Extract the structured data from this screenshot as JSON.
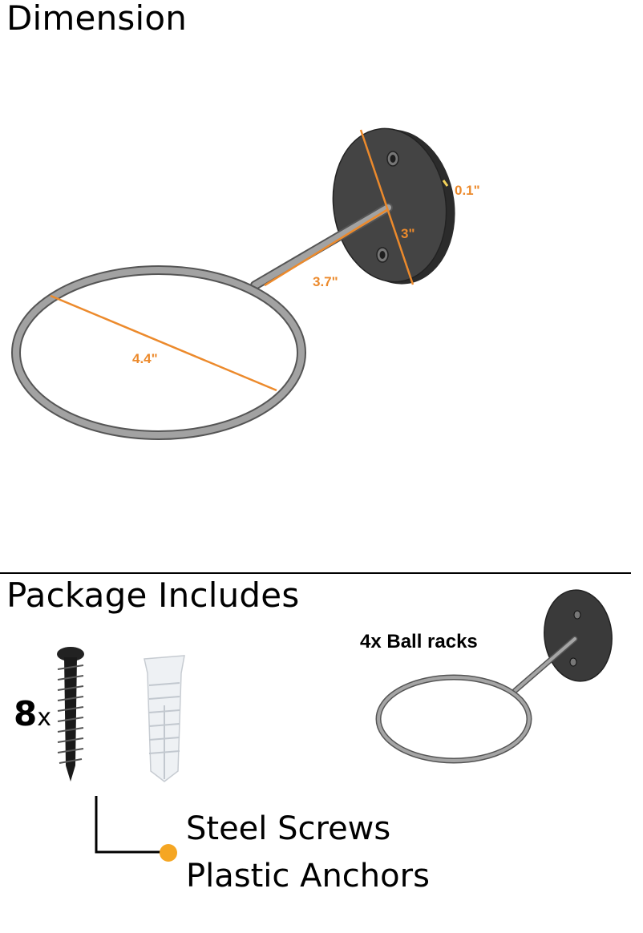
{
  "sections": {
    "dimension_title": "Dimension",
    "package_title": "Package Includes"
  },
  "dimensions": {
    "ring_diameter": "4.4\"",
    "arm_length": "3.7\"",
    "plate_diameter": "3\"",
    "plate_thickness": "0.1\""
  },
  "package": {
    "hardware_count": "8",
    "hardware_multiplier": "x",
    "rack_quantity": "4x Ball racks",
    "items": [
      "Steel Screws",
      "Plastic Anchors"
    ]
  },
  "colors": {
    "dimension_accent": "#ec8a2c",
    "metal": "#8c8c8c",
    "plate": "#3f3f3f",
    "anchor": "#e9ecef"
  }
}
